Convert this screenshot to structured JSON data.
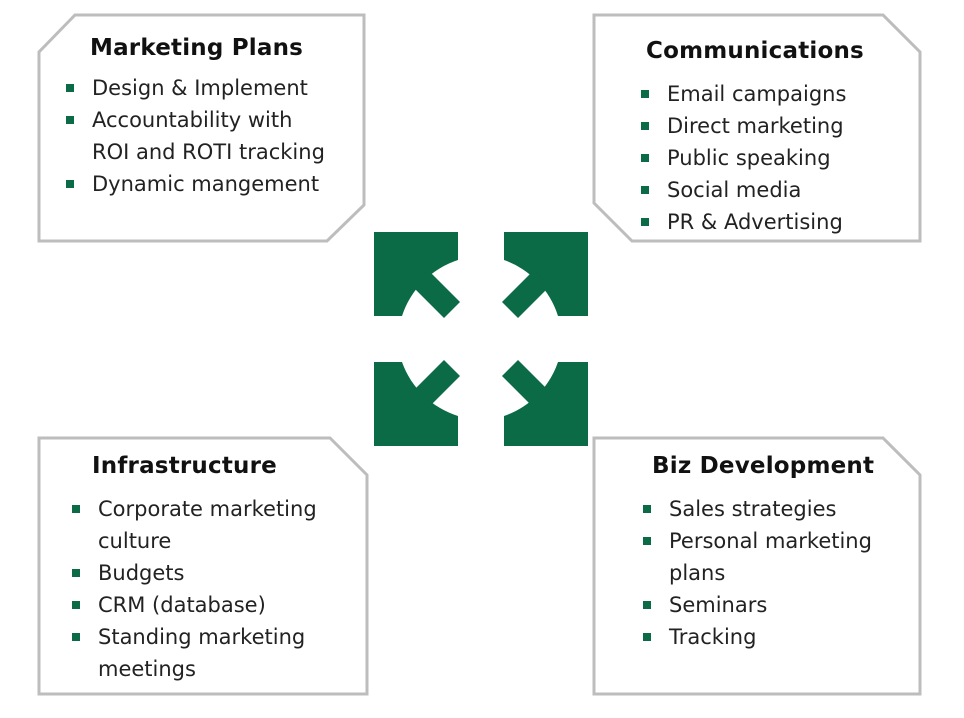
{
  "colors": {
    "accent": "#0a6b46",
    "outline": "#bdbdbd"
  },
  "center": {
    "icon": "expand-arrows-icon"
  },
  "boxes": {
    "marketing": {
      "title": "Marketing Plans",
      "items": [
        "Design & Implement",
        "Accountability with",
        "ROI and ROTI tracking",
        "Dynamic mangement"
      ]
    },
    "communications": {
      "title": "Communications",
      "items": [
        "Email campaigns",
        "Direct marketing",
        "Public speaking",
        "Social media",
        "PR & Advertising"
      ]
    },
    "infrastructure": {
      "title": "Infrastructure",
      "items": [
        "Corporate marketing",
        "culture",
        "Budgets",
        "CRM (database)",
        "Standing marketing",
        "meetings"
      ]
    },
    "bizdev": {
      "title": "Biz Development",
      "items": [
        "Sales strategies",
        "Personal marketing",
        "plans",
        "Seminars",
        "Tracking"
      ]
    }
  }
}
